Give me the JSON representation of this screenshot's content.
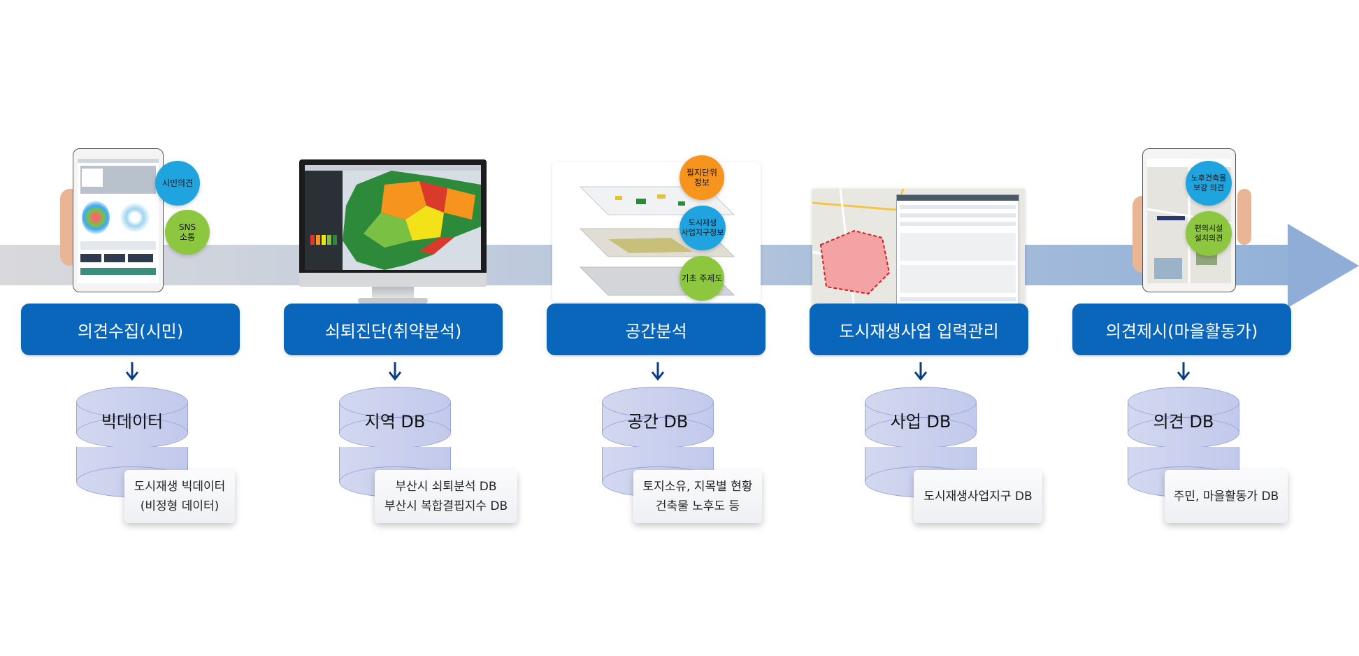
{
  "colors": {
    "stage_blue": "#0a66ba",
    "bubble_blue": "#1fa4e0",
    "bubble_green": "#8dc63f",
    "bubble_orange": "#f7941d",
    "db_fill": "#c8cfee",
    "band": "#93b1d8"
  },
  "stages": [
    {
      "title": "의견수집(시민)",
      "db": "빅데이터",
      "info": [
        "도시재생 빅데이터",
        "(비정형 데이터)"
      ],
      "bubbles": [
        "시민의견",
        "SNS\n소통"
      ],
      "image": "tablet-in-hand"
    },
    {
      "title": "쇠퇴진단(취약분석)",
      "db": "지역 DB",
      "info": [
        "부산시 쇠퇴분석 DB",
        "부산시 복합결핍지수 DB"
      ],
      "bubbles": [],
      "image": "desktop-monitor-map"
    },
    {
      "title": "공간분석",
      "db": "공간 DB",
      "info": [
        "토지소유, 지목별 현황",
        "건축물 노후도 등"
      ],
      "bubbles": [
        "필지단위\n정보",
        "도시재생\n사업지구정보",
        "기초 주제도"
      ],
      "image": "layered-maps"
    },
    {
      "title": "도시재생사업 입력관리",
      "db": "사업 DB",
      "info": [
        "도시재생사업지구 DB"
      ],
      "bubbles": [],
      "image": "map-with-form"
    },
    {
      "title": "의견제시(마을활동가)",
      "db": "의견 DB",
      "info": [
        "주민, 마을활동가 DB"
      ],
      "bubbles": [
        "노후건축물\n보강 의견",
        "편의시설\n설치의견"
      ],
      "image": "tablet-in-hand"
    }
  ]
}
